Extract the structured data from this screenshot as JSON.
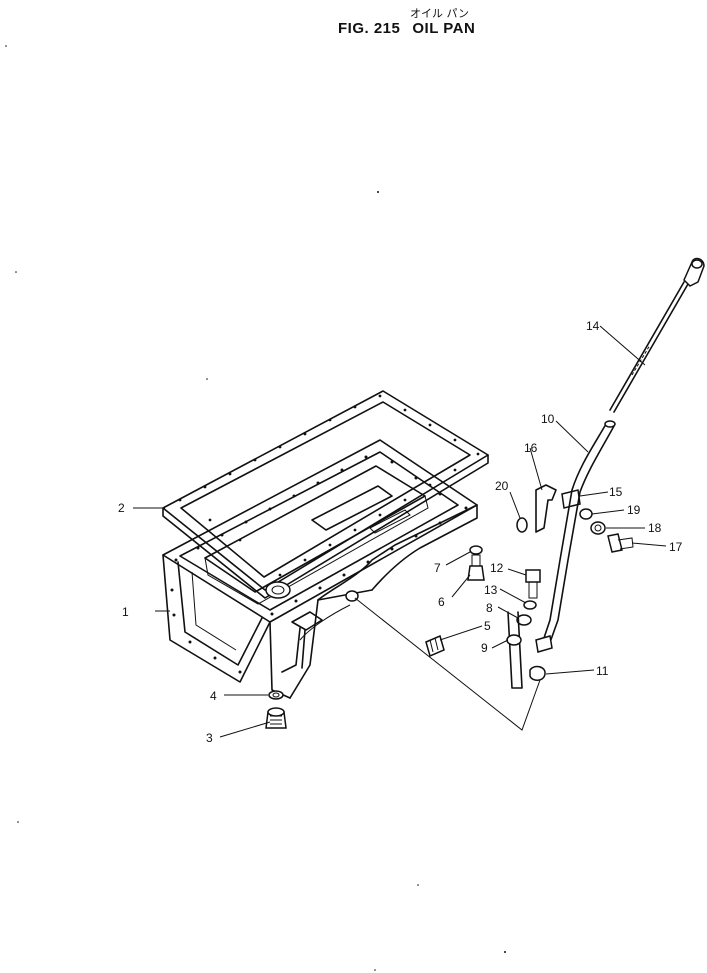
{
  "header": {
    "japanese": "オイル パン",
    "fig": "FIG. 215",
    "name": "OIL  PAN"
  },
  "callouts": [
    {
      "id": "p1",
      "label": "1"
    },
    {
      "id": "p2",
      "label": "2"
    },
    {
      "id": "p3",
      "label": "3"
    },
    {
      "id": "p4",
      "label": "4"
    },
    {
      "id": "p5",
      "label": "5"
    },
    {
      "id": "p6",
      "label": "6"
    },
    {
      "id": "p7",
      "label": "7"
    },
    {
      "id": "p8",
      "label": "8"
    },
    {
      "id": "p9",
      "label": "9"
    },
    {
      "id": "p10",
      "label": "10"
    },
    {
      "id": "p11",
      "label": "11"
    },
    {
      "id": "p12",
      "label": "12"
    },
    {
      "id": "p13",
      "label": "13"
    },
    {
      "id": "p14",
      "label": "14"
    },
    {
      "id": "p15",
      "label": "15"
    },
    {
      "id": "p16",
      "label": "16"
    },
    {
      "id": "p17",
      "label": "17"
    },
    {
      "id": "p18",
      "label": "18"
    },
    {
      "id": "p19",
      "label": "19"
    },
    {
      "id": "p20",
      "label": "20"
    }
  ]
}
